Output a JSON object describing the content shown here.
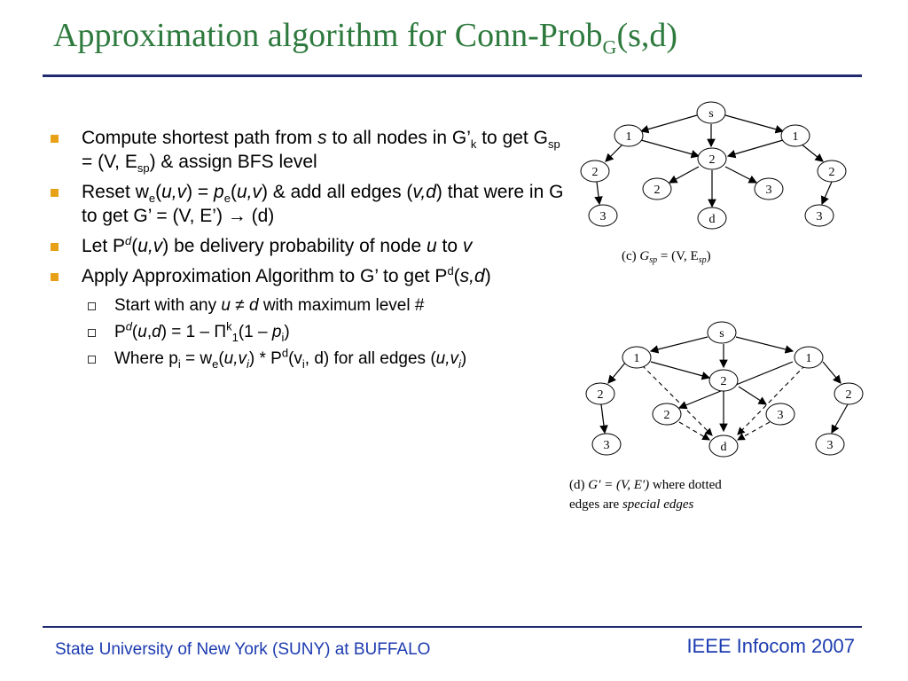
{
  "slide": {
    "title_main": "Approximation algorithm for Conn-Prob",
    "title_sub": "G",
    "title_tail": "(s,d)"
  },
  "bullets": {
    "b1": {
      "p1": "Compute shortest path from ",
      "s": "s",
      "p2": " to all nodes in G’",
      "k": "k",
      "p3": " to get G",
      "sp1": "sp",
      "p4": " = (V, E",
      "sp2": "sp",
      "p5": ") & assign BFS level"
    },
    "b2": {
      "p1": "Reset w",
      "e1": "e",
      "p2": "(",
      "uv1": "u,v",
      "p3": ") = ",
      "pp": "p",
      "e2": "e",
      "p4": "(",
      "uv2": "u,v",
      "p5": ") & add all edges (",
      "vd": "v,d",
      "p6": ") that were in G to get G’ = (V, E’) ",
      "arrow": "→",
      "p7": " (d)"
    },
    "b3": {
      "p1": "Let P",
      "d": "d",
      "p2": "(",
      "uv": "u,v",
      "p3": ") be delivery probability of node ",
      "u": "u",
      "p4": " to ",
      "v": "v"
    },
    "b4": {
      "p1": "Apply Approximation Algorithm to G’ to get P",
      "d": "d",
      "p2": "(",
      "sd": "s,d",
      "p3": ")"
    },
    "s1": {
      "p1": "Start with any ",
      "u": "u",
      "neq": " ≠ ",
      "d": "d",
      "p2": " with maximum level #"
    },
    "s2": {
      "p1": "P",
      "d1": "d",
      "p2": "(",
      "u": "u",
      "p3": ",",
      "d2": "d",
      "p4": ") = 1 – Π",
      "k": "k",
      "one": "1",
      "p5": "(1 – ",
      "p": "p",
      "i": "i",
      "p6": ")"
    },
    "s3": {
      "p1": "Where p",
      "i1": "i",
      "p2": " = w",
      "e": "e",
      "p3": "(",
      "uv": "u,v",
      "i2": "i",
      "p4": ") * P",
      "d": "d",
      "p5": "(v",
      "i3": "i",
      "p6": ", d)  for all edges (",
      "uv2": "u,v",
      "i4": "i",
      "p7": ")"
    }
  },
  "figure_c": {
    "caption_tag": "(c)",
    "caption_formula": "G",
    "caption_sub": "sp",
    "caption_rest": " = (V, E",
    "caption_sub2": "sp",
    "caption_end": ")",
    "nodes": {
      "s": "s",
      "l1a": "1",
      "l1b": "1",
      "l2a": "2",
      "l2b": "2",
      "l2c": "2",
      "l3a": "3",
      "l3b": "3",
      "l3c": "3",
      "l2d": "2",
      "d": "d"
    }
  },
  "figure_d": {
    "caption_line1_tag": "(d)",
    "caption_line1_formula": "G′ = (V, E′)",
    "caption_line1_rest": " where dotted",
    "caption_line2": "edges are ",
    "caption_line2_em": "special edges",
    "nodes": {
      "s": "s",
      "l1a": "1",
      "l1b": "1",
      "l2a": "2",
      "l2b": "2",
      "l2c": "2",
      "l3a": "3",
      "l3b": "3",
      "l3c": "3",
      "l2d": "2",
      "d": "d"
    }
  },
  "footer": {
    "left": "State University of New York (SUNY) at BUFFALO",
    "right": "IEEE Infocom 2007"
  }
}
